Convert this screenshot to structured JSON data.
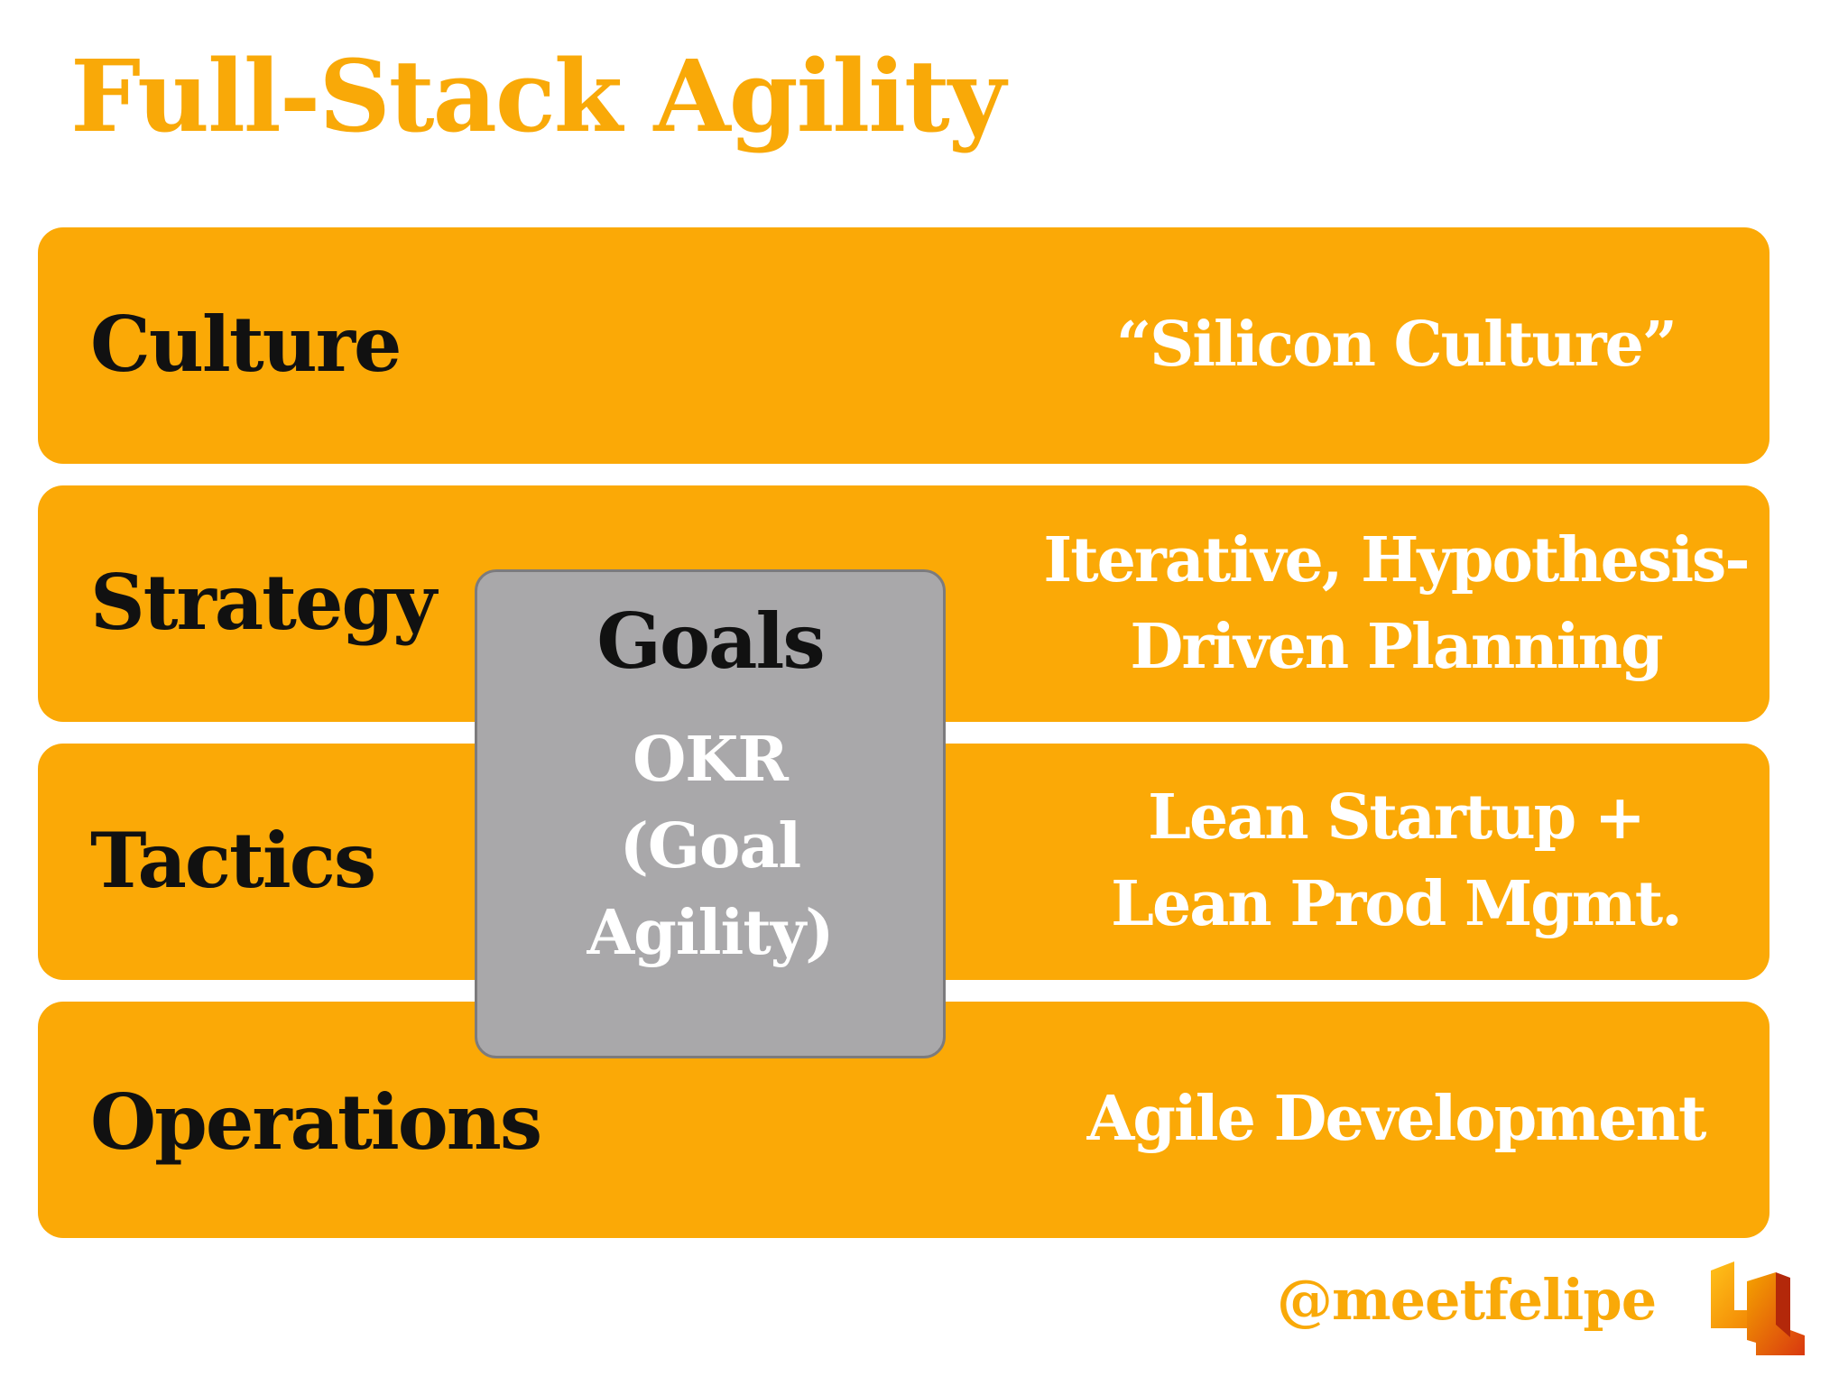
{
  "title": "Full-Stack Agility",
  "layers": [
    {
      "label": "Culture",
      "description": [
        "“Silicon Culture”"
      ]
    },
    {
      "label": "Strategy",
      "description": [
        "Iterative, Hypothesis-",
        "Driven Planning"
      ]
    },
    {
      "label": "Tactics",
      "description": [
        "Lean Startup +",
        "Lean Prod Mgmt."
      ]
    },
    {
      "label": "Operations",
      "description": [
        "Agile Development"
      ]
    }
  ],
  "goals": {
    "title": "Goals",
    "okr_lines": [
      "OKR",
      "(Goal",
      "Agility)"
    ]
  },
  "handle": "@meetfelipe",
  "colors": {
    "accent": "#fba906",
    "goals_box": "#a9a8aa",
    "dark_text": "#111111",
    "light_text": "#ffffff"
  },
  "icons": {
    "logo": "stylized-L-logo"
  }
}
